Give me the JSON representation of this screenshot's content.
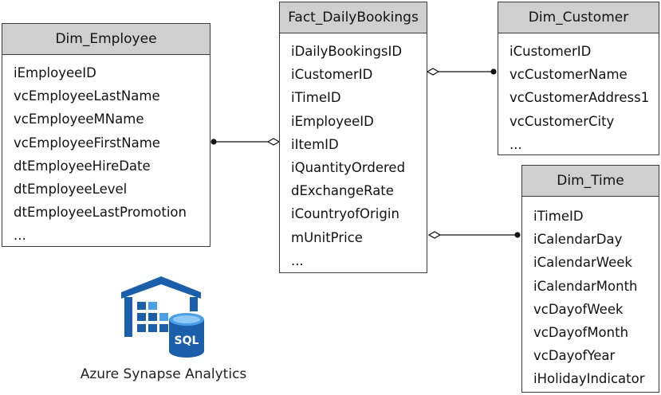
{
  "tables": {
    "employee": {
      "title": "Dim_Employee",
      "fields": [
        "iEmployeeID",
        "vcEmployeeLastName",
        "vcEmployeeMName",
        "vcEmployeeFirstName",
        "dtEmployeeHireDate",
        "dtEmployeeLevel",
        "dtEmployeeLastPromotion",
        "..."
      ]
    },
    "fact": {
      "title": "Fact_DailyBookings",
      "fields": [
        "iDailyBookingsID",
        "iCustomerID",
        "iTimeID",
        "iEmployeeID",
        "iItemID",
        "iQuantityOrdered",
        "dExchangeRate",
        "iCountryofOrigin",
        "mUnitPrice",
        "..."
      ]
    },
    "customer": {
      "title": "Dim_Customer",
      "fields": [
        "iCustomerID",
        "vcCustomerName",
        "vcCustomerAddress1",
        "vcCustomerCity",
        "..."
      ]
    },
    "time": {
      "title": "Dim_Time",
      "fields": [
        "iTimeID",
        "iCalendarDay",
        "iCalendarWeek",
        "iCalendarMonth",
        "vcDayofWeek",
        "vcDayofMonth",
        "vcDayofYear",
        "iHolidayIndicator"
      ]
    }
  },
  "logo": {
    "icon": "azure-synapse-warehouse-icon",
    "badge": "SQL",
    "caption": "Azure Synapse Analytics",
    "colors": {
      "dark": "#1b5fab",
      "light": "#4aa0e6"
    }
  },
  "line_color": "#111111"
}
